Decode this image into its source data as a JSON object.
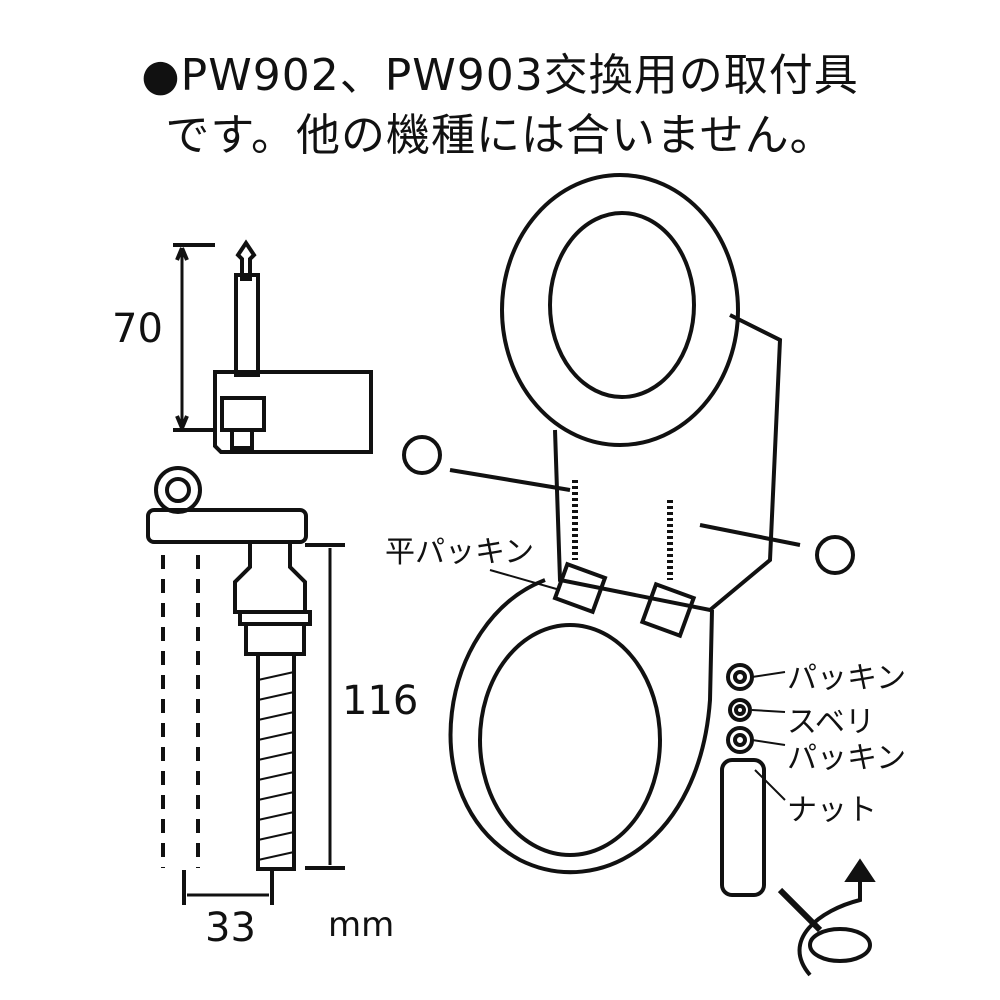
{
  "title": {
    "line1": "●PW902、PW903交換用の取付具",
    "line2": "です。他の機種には合いません。"
  },
  "dimensions": {
    "height_top": "70",
    "height_bolt": "116",
    "width": "33",
    "unit": "mm"
  },
  "parts": {
    "flat_packing": "平パッキン",
    "packing": "パッキン",
    "slide_packing_1": "スベリ",
    "slide_packing_2": "パッキン",
    "nut": "ナット"
  }
}
